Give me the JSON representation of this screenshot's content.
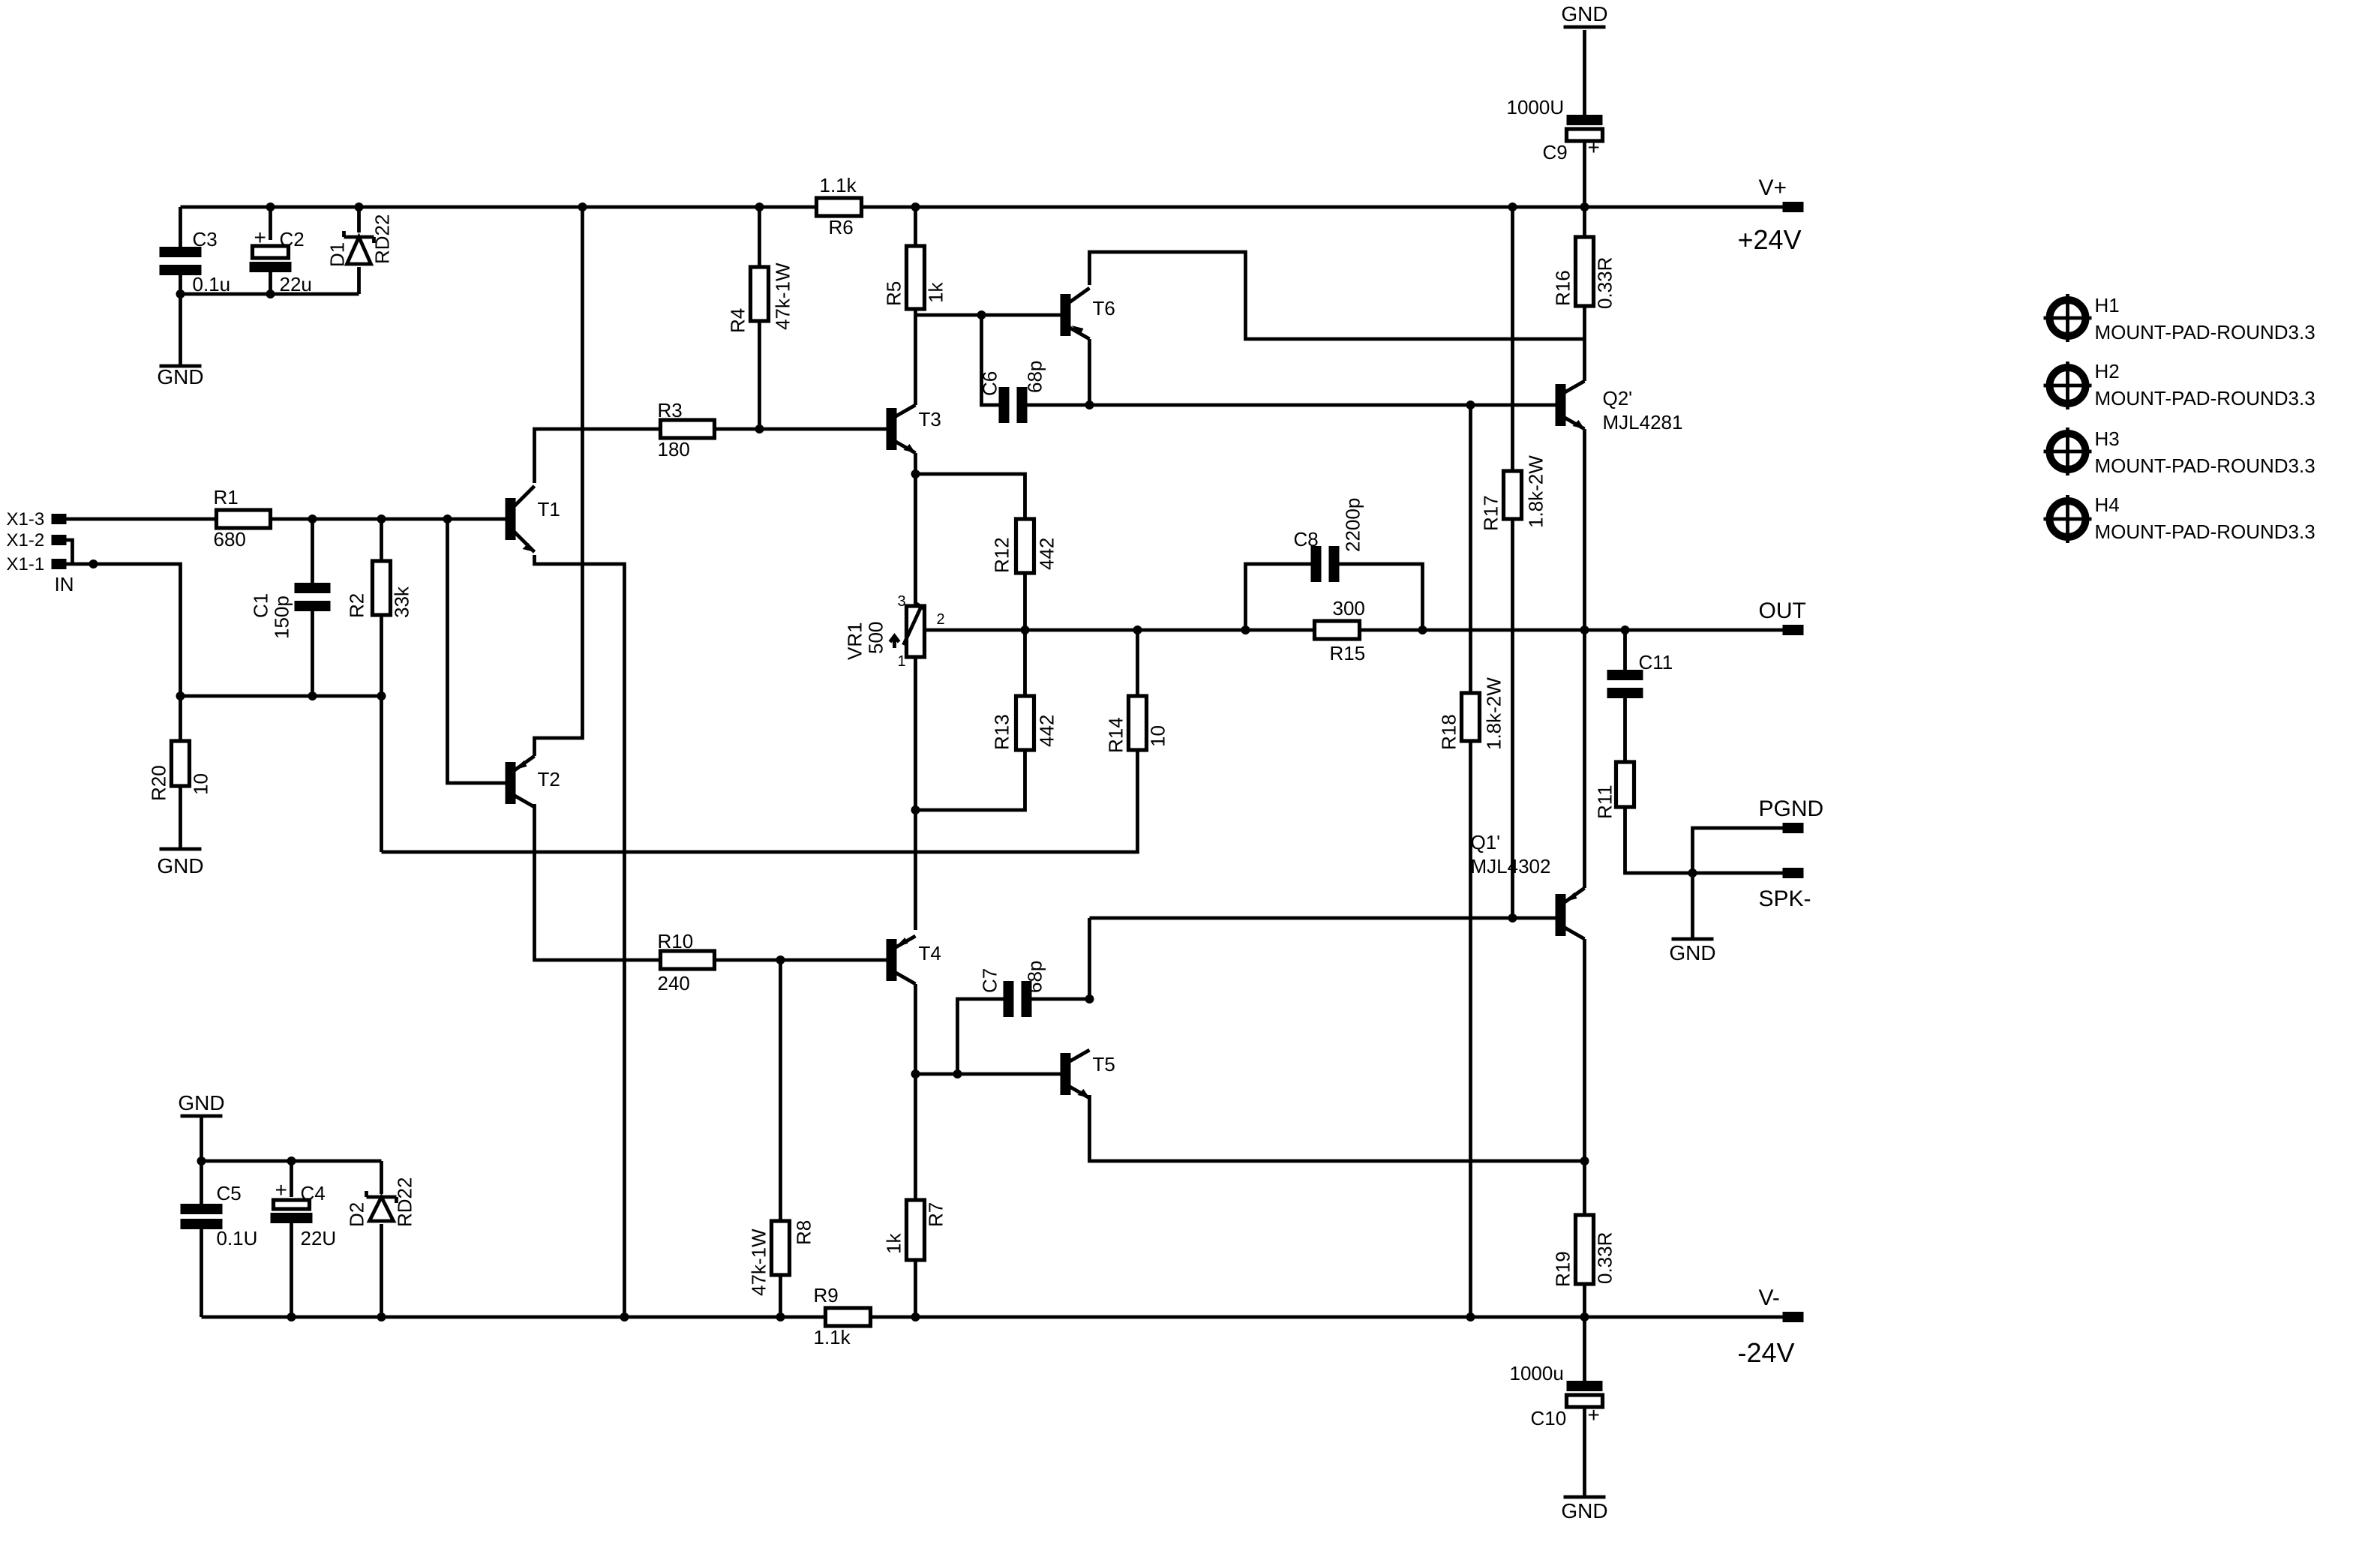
{
  "labels": {
    "gnd_top": "GND",
    "gnd_c3": "GND",
    "gnd_r20": "GND",
    "gnd_c5": "GND",
    "gnd_pgnd": "GND",
    "gnd_bottom": "GND",
    "vplus": "V+",
    "v24p": "+24V",
    "vminus": "V-",
    "v24n": "-24V",
    "out": "OUT",
    "pgnd": "PGND",
    "spk": "SPK-",
    "x13": "X1-3",
    "x12": "X1-2",
    "x11": "X1-1",
    "in": "IN"
  },
  "parts": {
    "C9": {
      "ref": "C9",
      "value": "1000U"
    },
    "C10": {
      "ref": "C10",
      "value": "1000u"
    },
    "C3": {
      "ref": "C3",
      "value": "0.1u"
    },
    "C2": {
      "ref": "C2",
      "value": "22u"
    },
    "D1": {
      "ref": "D1",
      "value": "RD22"
    },
    "C5": {
      "ref": "C5",
      "value": "0.1U"
    },
    "C4": {
      "ref": "C4",
      "value": "22U"
    },
    "D2": {
      "ref": "D2",
      "value": "RD22"
    },
    "R1": {
      "ref": "R1",
      "value": "680"
    },
    "C1": {
      "ref": "C1",
      "value": "150p"
    },
    "R2": {
      "ref": "R2",
      "value": "33k"
    },
    "R20": {
      "ref": "R20",
      "value": "10"
    },
    "R3": {
      "ref": "R3",
      "value": "180"
    },
    "R4": {
      "ref": "R4",
      "value": "47k-1W"
    },
    "R5": {
      "ref": "R5",
      "value": "1k"
    },
    "R6": {
      "ref": "R6",
      "value": "1.1k"
    },
    "C6": {
      "ref": "C6",
      "value": "68p"
    },
    "R12": {
      "ref": "R12",
      "value": "442"
    },
    "R13": {
      "ref": "R13",
      "value": "442"
    },
    "R14": {
      "ref": "R14",
      "value": "10"
    },
    "VR1": {
      "ref": "VR1",
      "value": "500",
      "pin1": "1",
      "pin2": "2",
      "pin3": "3"
    },
    "C8": {
      "ref": "C8",
      "value": "2200p"
    },
    "R15": {
      "ref": "R15",
      "value": "300"
    },
    "R16": {
      "ref": "R16",
      "value": "0.33R"
    },
    "R17": {
      "ref": "R17",
      "value": "1.8k-2W"
    },
    "R18": {
      "ref": "R18",
      "value": "1.8k-2W"
    },
    "R19": {
      "ref": "R19",
      "value": "0.33R"
    },
    "C11": {
      "ref": "C11",
      "value": ""
    },
    "R11": {
      "ref": "R11",
      "value": ""
    },
    "R10": {
      "ref": "R10",
      "value": "240"
    },
    "R8": {
      "ref": "R8",
      "value": "47k-1W"
    },
    "R9": {
      "ref": "R9",
      "value": "1.1k"
    },
    "R7": {
      "ref": "R7",
      "value": "1k"
    },
    "C7": {
      "ref": "C7",
      "value": "68p"
    },
    "T1": {
      "ref": "T1"
    },
    "T2": {
      "ref": "T2"
    },
    "T3": {
      "ref": "T3"
    },
    "T4": {
      "ref": "T4"
    },
    "T5": {
      "ref": "T5"
    },
    "T6": {
      "ref": "T6"
    },
    "Q1": {
      "ref": "Q1'",
      "value": "MJL4302"
    },
    "Q2": {
      "ref": "Q2'",
      "value": "MJL4281"
    }
  },
  "mounts": [
    {
      "ref": "H1",
      "value": "MOUNT-PAD-ROUND3.3"
    },
    {
      "ref": "H2",
      "value": "MOUNT-PAD-ROUND3.3"
    },
    {
      "ref": "H3",
      "value": "MOUNT-PAD-ROUND3.3"
    },
    {
      "ref": "H4",
      "value": "MOUNT-PAD-ROUND3.3"
    }
  ]
}
